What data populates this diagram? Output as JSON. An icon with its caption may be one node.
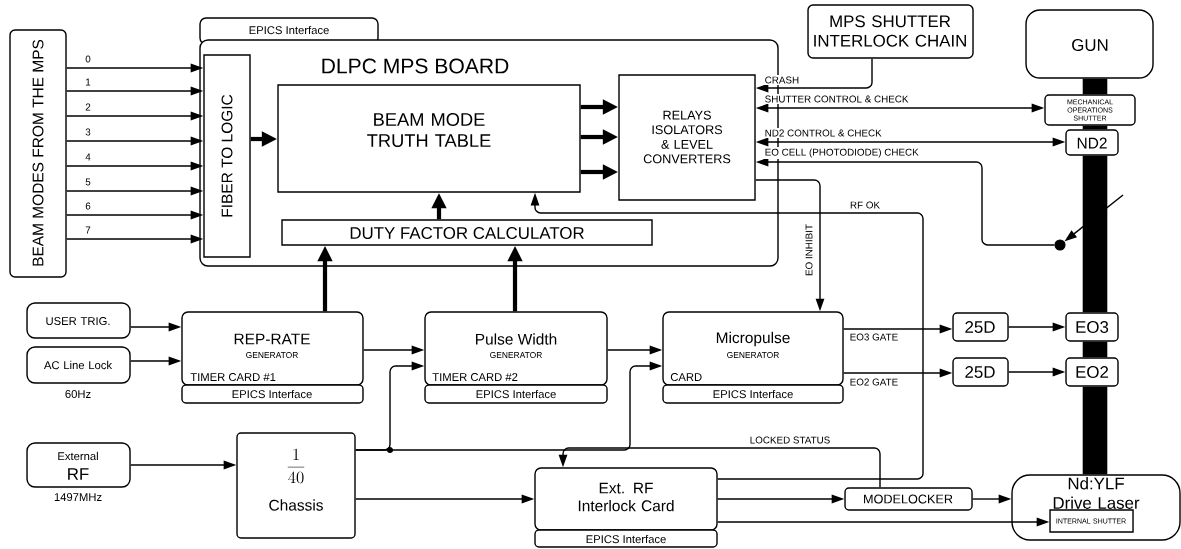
{
  "diagram": {
    "nodes": [
      {
        "text": [
          "BEAM MODES FROM THE MPS"
        ]
      },
      {
        "text": [
          "EPICS Interface"
        ]
      },
      {
        "text": [
          "DLPC MPS BOARD"
        ]
      },
      {
        "text": [
          "FIBER TO LOGIC"
        ],
        "in": 2
      },
      {
        "text": [
          "BEAM MODE TRUTH TABLE"
        ],
        "in": 2
      },
      {
        "text": [
          "RELAYS ISOLATORS & LEVEL CONVERTERS"
        ],
        "in": 2
      },
      {
        "text": [
          "DUTY FACTOR CALCULATOR"
        ],
        "in": 2
      },
      {
        "text": [
          "MPS SHUTTER INTERLOCK CHAIN"
        ]
      },
      {
        "text": [
          "GUN"
        ]
      },
      {
        "text": [
          "MECHANICAL OPERATIONS SHUTTER"
        ]
      },
      {
        "text": [
          "ND2"
        ]
      },
      {
        "text": [
          "USER TRIG."
        ]
      },
      {
        "text": [
          "AC Line Lock"
        ],
        "beside": [
          "60Hz"
        ]
      },
      {
        "text": [
          "REP-RATE",
          "GENERATOR",
          "TIMER CARD #1"
        ]
      },
      {
        "text": [
          "EPICS Interface"
        ]
      },
      {
        "text": [
          "Pulse Width",
          "GENERATOR",
          "TIMER CARD #2"
        ]
      },
      {
        "text": [
          "EPICS Interface"
        ]
      },
      {
        "text": [
          "Micropulse",
          "GENERATOR",
          "CARD"
        ]
      },
      {
        "text": [
          "EPICS Interface"
        ]
      },
      {
        "text": [
          "25D"
        ]
      },
      {
        "text": [
          "25D"
        ]
      },
      {
        "text": [
          "EO3"
        ]
      },
      {
        "text": [
          "EO2"
        ]
      },
      {
        "text": [
          "External",
          "RF"
        ],
        "beside": [
          "1497MHz"
        ]
      },
      {
        "text": [
          "\\frac{1}{40}",
          "Chassis"
        ]
      },
      {
        "text": [
          "Ext. RF Interlock Card"
        ]
      },
      {
        "text": [
          "EPICS Interface"
        ]
      },
      {
        "text": [
          "MODELOCKER"
        ]
      },
      {
        "text": [
          "Nd:YLF Drive Laser"
        ]
      },
      {
        "text": [
          "INTERNAL SHUTTER"
        ],
        "in": 28
      },
      {
        "text": [],
        "shape": "circle"
      }
    ],
    "edges": [
      {
        "from": 0,
        "to": 3,
        "arrow": "to",
        "label": "0"
      },
      {
        "from": 0,
        "to": 3,
        "arrow": "to",
        "label": "1"
      },
      {
        "from": 0,
        "to": 3,
        "arrow": "to",
        "label": "2"
      },
      {
        "from": 0,
        "to": 3,
        "arrow": "to",
        "label": "3"
      },
      {
        "from": 0,
        "to": 3,
        "arrow": "to",
        "label": "4"
      },
      {
        "from": 0,
        "to": 3,
        "arrow": "to",
        "label": "5"
      },
      {
        "from": 0,
        "to": 3,
        "arrow": "to",
        "label": "6"
      },
      {
        "from": 0,
        "to": 3,
        "arrow": "to",
        "label": "7"
      },
      {
        "from": 3,
        "to": 4,
        "arrow": "to",
        "style": "thick"
      },
      {
        "from": 4,
        "to": 5,
        "arrow": "to",
        "style": "thick"
      },
      {
        "from": 4,
        "to": 5,
        "arrow": "to",
        "style": "thick"
      },
      {
        "from": 4,
        "to": 5,
        "arrow": "to",
        "style": "thick"
      },
      {
        "from": 6,
        "to": 4,
        "arrow": "to",
        "style": "thick"
      },
      {
        "from": 13,
        "to": 6,
        "arrow": "to",
        "style": "thick"
      },
      {
        "from": 15,
        "to": 6,
        "arrow": "to",
        "style": "thick"
      },
      {
        "from": 7,
        "to": 5,
        "arrow": "to",
        "label": "CRASH"
      },
      {
        "from": 5,
        "to": 9,
        "arrow": "both",
        "label": "SHUTTER CONTROL & CHECK"
      },
      {
        "from": 5,
        "to": 10,
        "arrow": "both",
        "label": "ND2 CONTROL & CHECK"
      },
      {
        "from": 30,
        "to": 5,
        "arrow": "to",
        "label": "EO CELL (PHOTODIODE) CHECK"
      },
      {
        "from": null,
        "to": 30,
        "arrow": "to"
      },
      {
        "from": 5,
        "to": 17,
        "arrow": "to",
        "label": "EO INHIBIT"
      },
      {
        "from": 25,
        "to": 4,
        "arrow": "to",
        "label": "RF OK"
      },
      {
        "from": 11,
        "to": 13,
        "arrow": "to"
      },
      {
        "from": 12,
        "to": 13,
        "arrow": "to"
      },
      {
        "from": 13,
        "to": 15,
        "arrow": "to"
      },
      {
        "from": 24,
        "to": 15,
        "arrow": "to"
      },
      {
        "from": 24,
        "to": 17,
        "arrow": "to"
      },
      {
        "from": 15,
        "to": 17,
        "arrow": "to"
      },
      {
        "from": 17,
        "to": 19,
        "arrow": "to",
        "label": "EO3 GATE"
      },
      {
        "from": 17,
        "to": 20,
        "arrow": "to",
        "label": "EO2 GATE"
      },
      {
        "from": 19,
        "to": 21,
        "arrow": "to"
      },
      {
        "from": 20,
        "to": 22,
        "arrow": "to"
      },
      {
        "from": 23,
        "to": 24,
        "arrow": "to"
      },
      {
        "from": 24,
        "to": 25,
        "arrow": "to"
      },
      {
        "from": 27,
        "to": 25,
        "arrow": "to",
        "label": "LOCKED STATUS"
      },
      {
        "from": 25,
        "to": 27,
        "arrow": "to"
      },
      {
        "from": 27,
        "to": 28,
        "arrow": "to"
      },
      {
        "from": 25,
        "to": 29,
        "arrow": "to"
      },
      {
        "from": 28,
        "to": 22,
        "arrow": "none",
        "style": "thick"
      },
      {
        "from": 22,
        "to": 21,
        "arrow": "none",
        "style": "thick"
      },
      {
        "from": 21,
        "to": 10,
        "arrow": "none",
        "style": "thick"
      },
      {
        "from": 10,
        "to": 9,
        "arrow": "none",
        "style": "thick"
      },
      {
        "from": 9,
        "to": 8,
        "arrow": "none",
        "style": "thick"
      }
    ]
  }
}
